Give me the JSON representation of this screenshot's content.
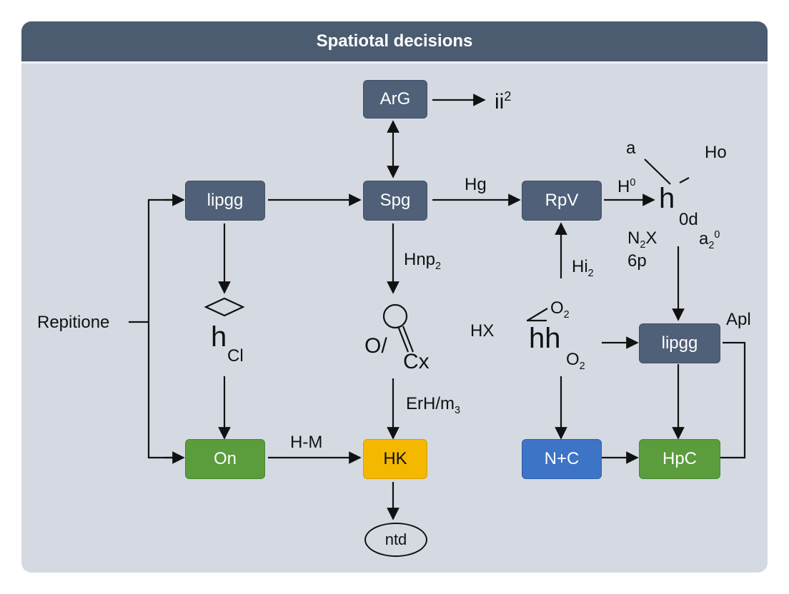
{
  "title": "Spatiotal decisions",
  "nodes": {
    "arg": "ArG",
    "lipgg_left": "lipgg",
    "spg": "Spg",
    "rpv": "RpV",
    "lipgg_right": "lipgg",
    "on": "On",
    "hk": "HK",
    "nc": "N+C",
    "hpc": "HpC",
    "ntd": "ntd"
  },
  "labels": {
    "ii": "ii",
    "ii_sup": "2",
    "repitione": "Repitione",
    "hg": "Hg",
    "h0": "H",
    "h0_sup": "0",
    "a": "a",
    "ho": "Ho",
    "h_big": "h",
    "od": "0d",
    "n2x_n": "N",
    "n2x_sub": "2",
    "n2x_x": "X",
    "sixp": "6p",
    "a20_a": "a",
    "a20_sub": "2",
    "a20_sup": "0",
    "hnp": "Hnp",
    "hnp_sub": "2",
    "hi": "Hi",
    "hi_sub": "2",
    "hcl_h": "h",
    "hcl_cl": "Cl",
    "o_slash": "O/",
    "cx": "Cx",
    "hx": "HX",
    "o2_top": "O",
    "o2_top_sub": "2",
    "hh": "h",
    "hh_h": "h",
    "o2_bottom": "O",
    "o2_bottom_sub": "2",
    "apl": "Apl",
    "erh": "ErH/m",
    "erh_sub": "3",
    "hm": "H-M"
  },
  "colors": {
    "header": "#4b5b70",
    "panel": "#d5dae2",
    "node_dark": "#4f6078",
    "node_green": "#5b9c3d",
    "node_yellow": "#f5b800",
    "node_blue": "#3d74c6"
  }
}
